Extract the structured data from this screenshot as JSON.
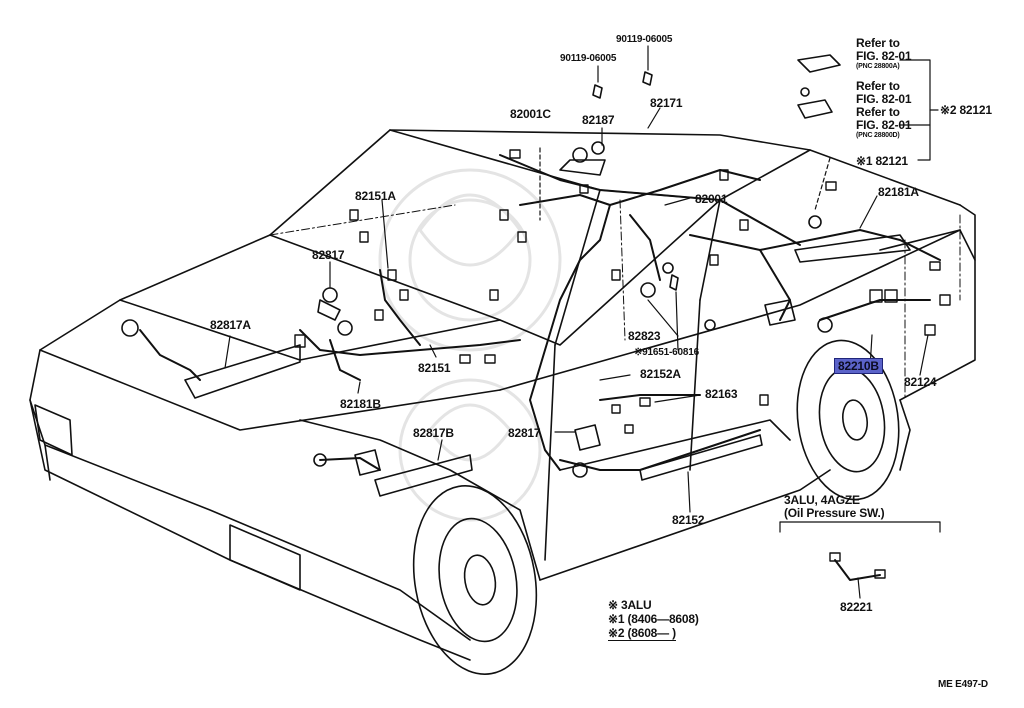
{
  "parts": {
    "p90119_06005_a": "90119-06005",
    "p90119_06005_b": "90119-06005",
    "p82001C": "82001C",
    "p82187": "82187",
    "p82171": "82171",
    "p82151A": "82151A",
    "p82001": "82001",
    "p82181A": "82181A",
    "p82817": "82817",
    "p82817A": "82817A",
    "p82823": "82823",
    "p91651_60816": "※91651-60816",
    "p82151": "82151",
    "p82181B": "82181B",
    "p82152A": "82152A",
    "p82163": "82163",
    "p82817_b": "82817",
    "p82817B": "82817B",
    "p82152": "82152",
    "p82210B": "82210B",
    "p82124": "82124",
    "p82221": "82221",
    "p82121_1": "※1 82121",
    "p82121_2": "※2 82121"
  },
  "refs": {
    "r1_line1": "Refer to",
    "r1_line2": "FIG. 82-01",
    "r1_line3": "(PNC 28800A)",
    "r2_line1": "Refer to",
    "r2_line2": "FIG. 82-01",
    "r3_line1": "Refer to",
    "r3_line2": "FIG. 82-01",
    "r3_line3": "(PNC 28800D)"
  },
  "oil_pressure": {
    "line1": "3ALU, 4AGZE",
    "line2": "(Oil Pressure SW.)"
  },
  "notes": {
    "n1": "※  3ALU",
    "n2": "※1 (8406—8608)",
    "n3": "※2 (8608—        )"
  },
  "footer": "ME  E497-D",
  "colors": {
    "line": "#111111",
    "highlight": "#5b63c9",
    "watermark": "#e6e6e6"
  }
}
